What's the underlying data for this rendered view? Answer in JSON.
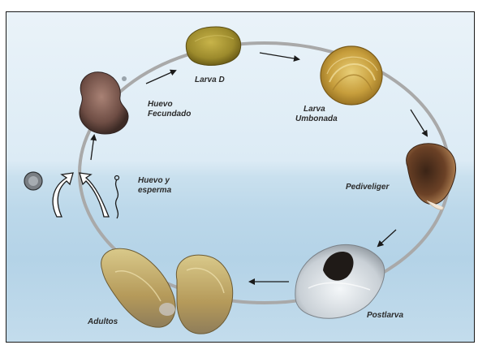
{
  "diagram": {
    "labels": {
      "larva_d": "Larva D",
      "larva_umbonada_line1": "Larva",
      "larva_umbonada_line2": "Umbonada",
      "pediveliger": "Pediveliger",
      "postlarva": "Postlarva",
      "adultos": "Adultos",
      "huevo_fecundado_line1": "Huevo",
      "huevo_fecundado_line2": "Fecundado",
      "huevo_esperma_line1": "Huevo y",
      "huevo_esperma_line2": "esperma"
    },
    "colors": {
      "cycle_ring": "#a9a9a9",
      "arrow": "#1a1a1a",
      "sky": "#eaf3f9",
      "water": "#b4d3e7"
    }
  }
}
